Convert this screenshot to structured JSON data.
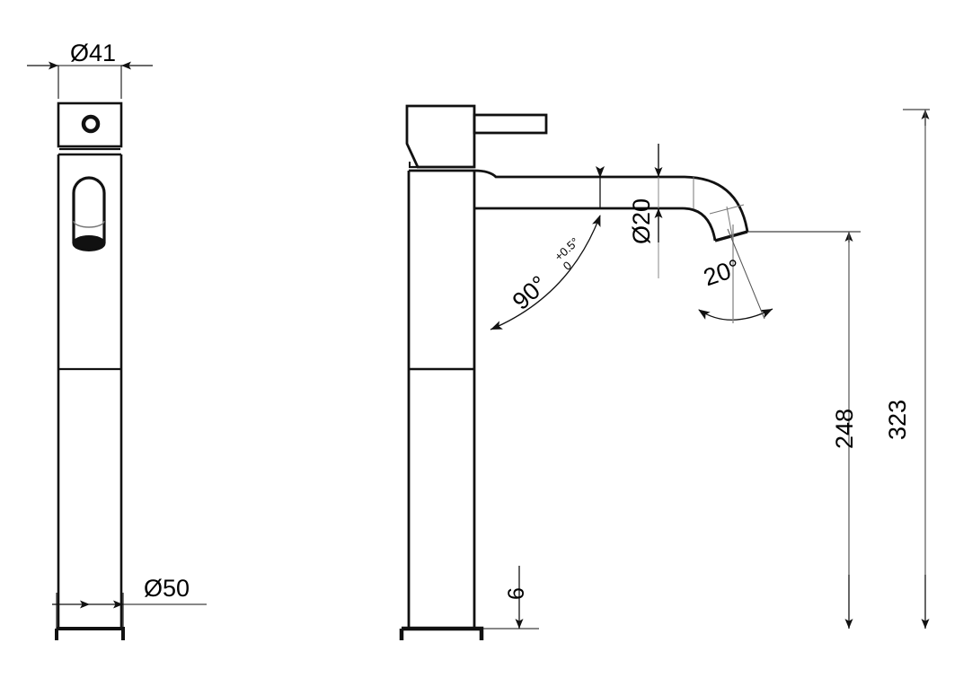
{
  "drawing": {
    "title": "Faucet technical drawing",
    "type": "engineering-orthographic-drawing",
    "views": [
      {
        "name": "front-view",
        "label": ""
      },
      {
        "name": "side-view",
        "label": ""
      }
    ],
    "line_color": "#1a1a1a",
    "thin_line_color": "#555555",
    "background_color": "#ffffff"
  },
  "dimensions": {
    "diameter_top": "Ø41",
    "diameter_base": "Ø50",
    "diameter_spout": "Ø20",
    "height_spout": "248",
    "height_total": "323",
    "base_thickness": "6",
    "angle_body": "90°",
    "angle_body_tol_upper": "+0.5°",
    "angle_body_tol_lower": "0",
    "angle_spout": "20°"
  }
}
